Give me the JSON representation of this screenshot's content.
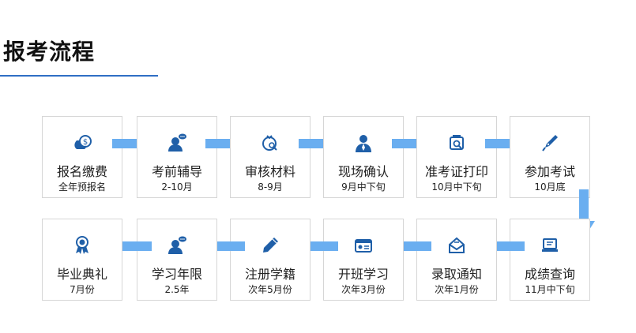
{
  "page": {
    "title": "报考流程"
  },
  "steps": [
    {
      "name": "报名缴费",
      "time": "全年预报名",
      "icon": "money-bag-icon"
    },
    {
      "name": "考前辅导",
      "time": "2-10月",
      "icon": "tutor-icon"
    },
    {
      "name": "审核材料",
      "time": "8-9月",
      "icon": "review-icon"
    },
    {
      "name": "现场确认",
      "time": "9月中下旬",
      "icon": "person-icon"
    },
    {
      "name": "准考证打印",
      "time": "10月中下旬",
      "icon": "print-icon"
    },
    {
      "name": "参加考试",
      "time": "10月底",
      "icon": "pen-icon"
    },
    {
      "name": "成绩查询",
      "time": "11月中下旬",
      "icon": "computer-icon"
    },
    {
      "name": "录取通知",
      "time": "次年1月份",
      "icon": "envelope-icon"
    },
    {
      "name": "开班学习",
      "time": "次年3月份",
      "icon": "id-card-icon"
    },
    {
      "name": "注册学籍",
      "time": "次年5月份",
      "icon": "pencil-icon"
    },
    {
      "name": "学习年限",
      "time": "2.5年",
      "icon": "tutor-icon"
    },
    {
      "name": "毕业典礼",
      "time": "7月份",
      "icon": "award-ribbon-icon"
    }
  ],
  "colors": {
    "accent": "#2f6fc4",
    "arrow": "#6aaef0",
    "icon": "#1f5fa8",
    "border": "#d6d6d6"
  }
}
